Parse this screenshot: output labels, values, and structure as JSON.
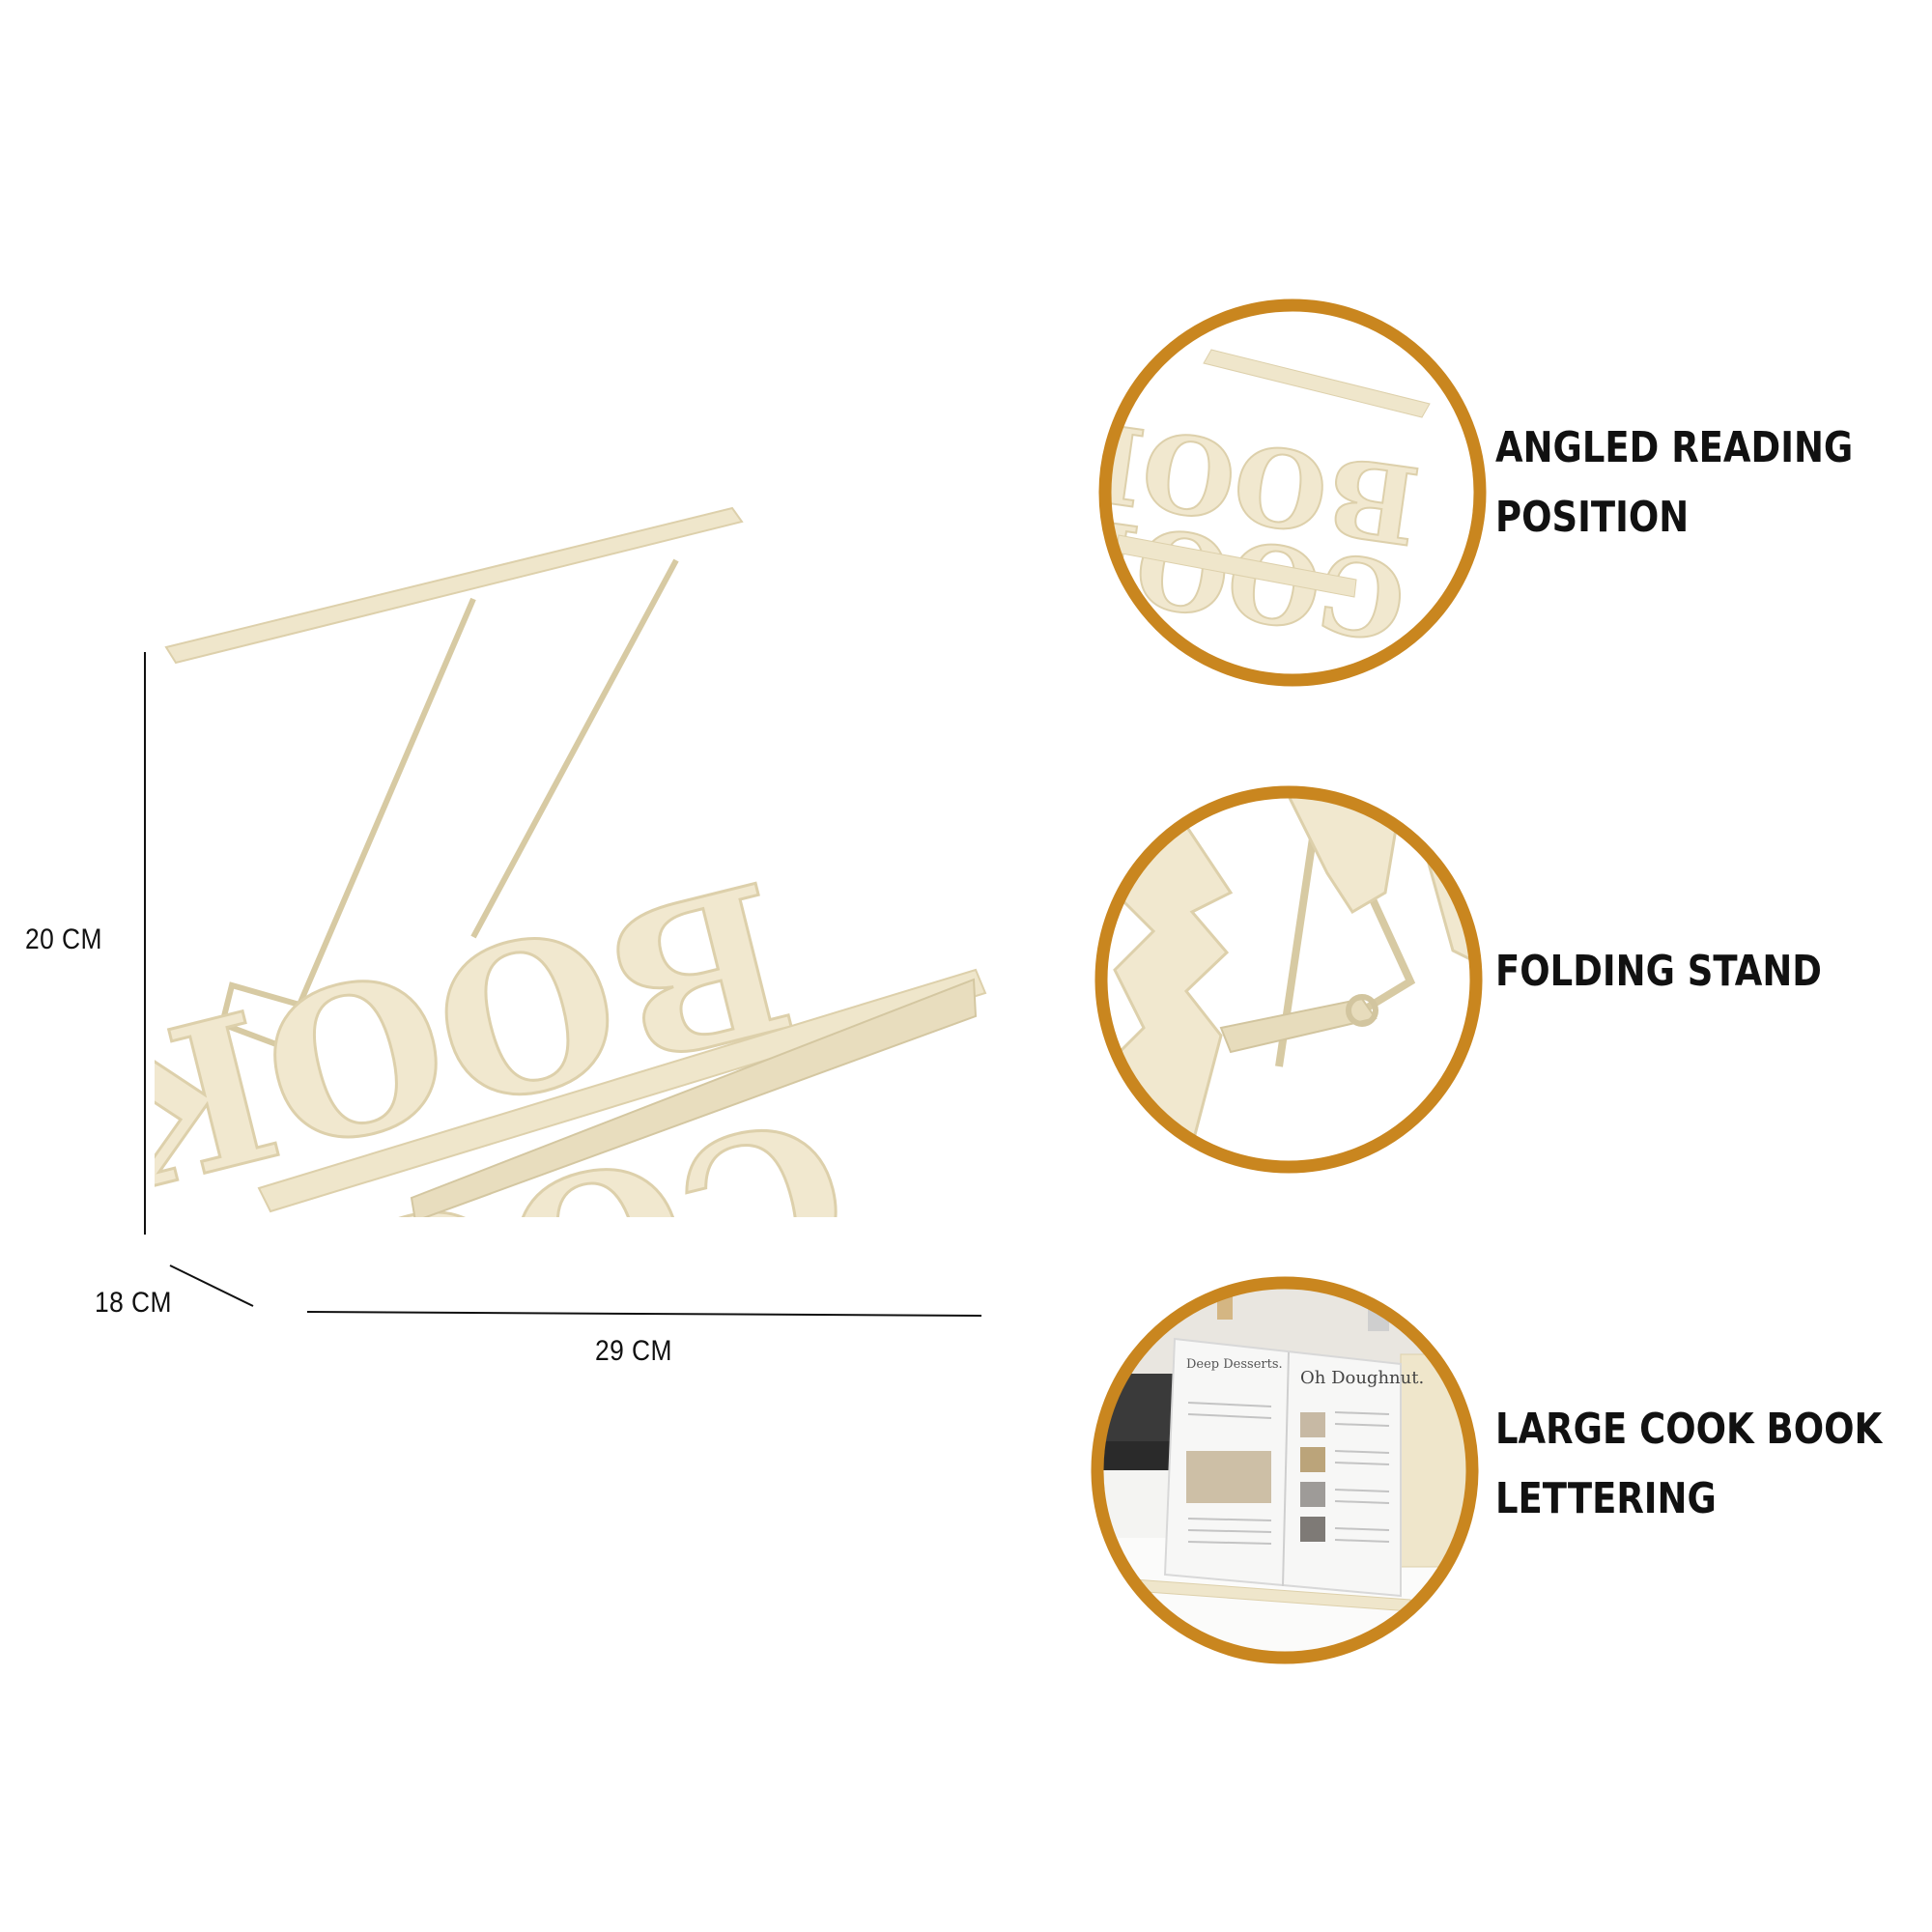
{
  "dimensions": {
    "height": "20 CM",
    "depth": "18 CM",
    "width": "29 CM"
  },
  "product": {
    "stand_letters": [
      "C",
      "O",
      "O",
      "K",
      "B",
      "O",
      "O",
      "K"
    ]
  },
  "features": [
    {
      "lines": [
        "ANGLED READING",
        "POSITION"
      ]
    },
    {
      "lines": [
        "FOLDING STAND"
      ]
    },
    {
      "lines": [
        "LARGE COOK BOOK",
        "LETTERING"
      ]
    }
  ],
  "book_pages": {
    "left_heading": "Deep Desserts.",
    "right_heading": "Oh Doughnut."
  },
  "colors": {
    "ring": "#c9861f",
    "stand": "#f1e8cf",
    "stand_shadow": "#ddd0ab",
    "dimension_line": "#111111"
  }
}
